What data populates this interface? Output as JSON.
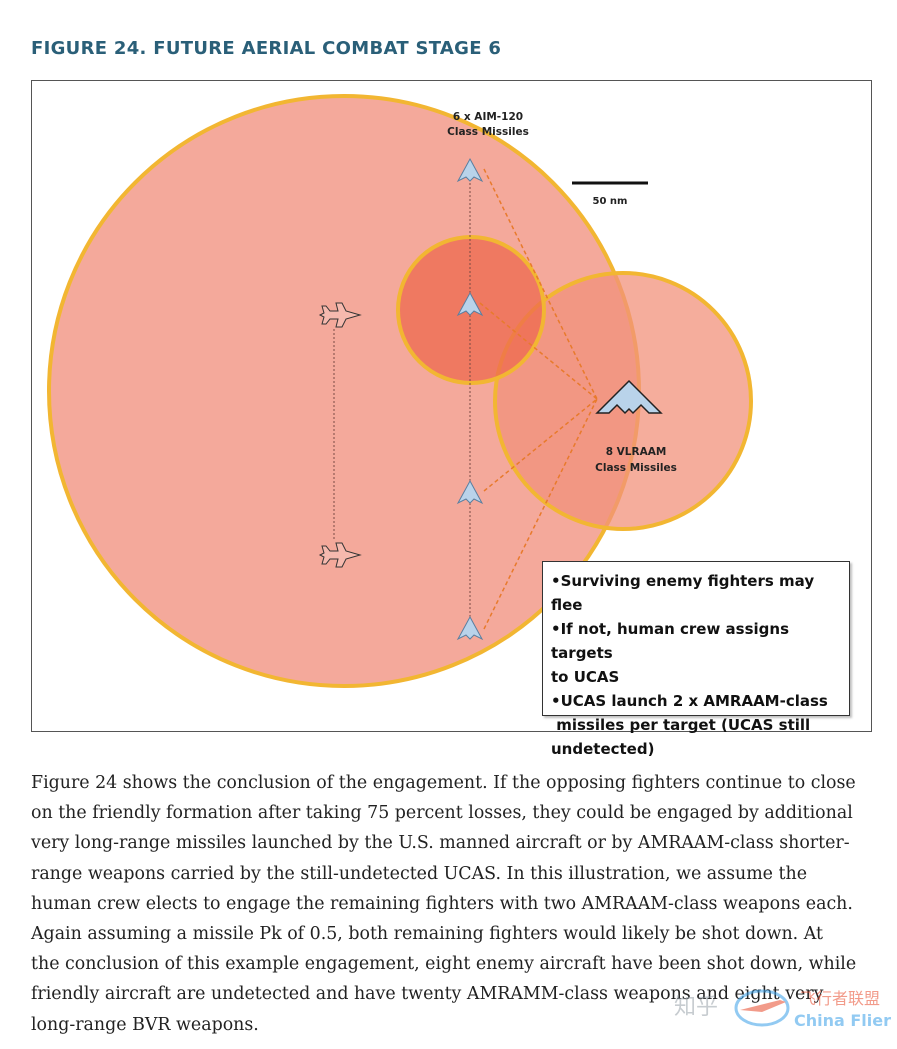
{
  "figure": {
    "title": "FIGURE 24. FUTURE AERIAL COMBAT STAGE 6",
    "label_aim": [
      "6 x AIM-120",
      "Class Missiles"
    ],
    "label_vlraam": [
      "8 VLRAAM",
      "Class Missiles"
    ],
    "scale_label": "50 nm",
    "notes": [
      "•Surviving enemy fighters may flee",
      "•If not, human crew assigns targets",
      "to UCAS",
      "•UCAS launch 2 x AMRAAM-class",
      " missiles per target (UCAS still",
      "undetected)"
    ],
    "colors": {
      "large_circle": "#f4a99b",
      "circle_edge": "#f2b632",
      "small_circle": "#ee6a4e",
      "aircraft_fill": "#b9d3ea",
      "dashed_line": "#e87a2c"
    }
  },
  "body_lines": [
    "Figure 24 shows the conclusion of the engagement. If the opposing fighters continue to close",
    "on the friendly formation after taking 75 percent losses, they could be engaged by additional",
    "very long-range missiles launched by the U.S. manned aircraft or by AMRAAM-class shorter-",
    "range weapons carried by the still-undetected UCAS. In this illustration, we assume the",
    "human crew elects to engage the remaining fighters with two AMRAAM-class weapons each.",
    "Again assuming a missile Pk of 0.5, both remaining fighters would likely be shot down. At",
    "the conclusion of this example engagement, eight enemy aircraft have been shot down, while",
    "friendly aircraft are undetected and have twenty AMRAMM-class weapons and eight very",
    "long-range BVR weapons."
  ],
  "watermark": {
    "text_cn": "知乎",
    "text_cn2": "飞行者联盟",
    "text_en": "China Flier"
  }
}
